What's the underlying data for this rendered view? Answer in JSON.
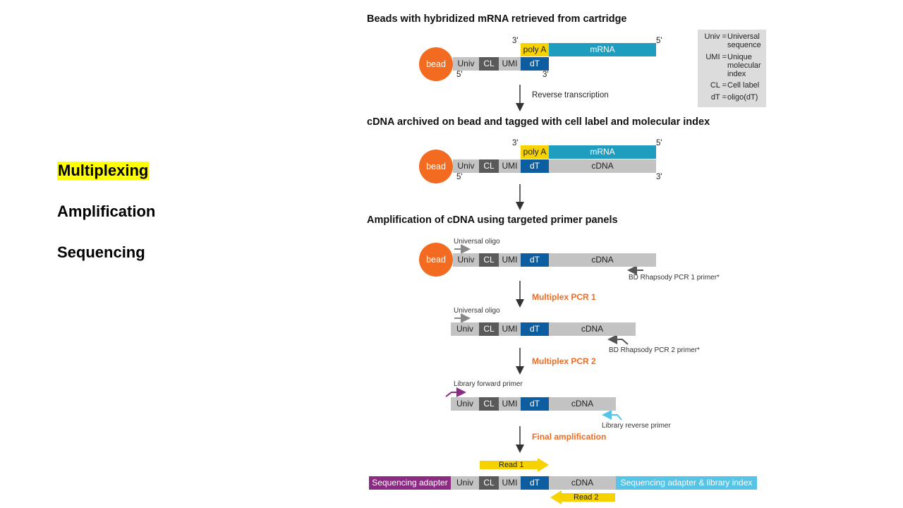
{
  "sidebar": {
    "items": [
      {
        "label": "Multiplexing",
        "highlighted": true
      },
      {
        "label": "Amplification",
        "highlighted": false
      },
      {
        "label": "Sequencing",
        "highlighted": false
      }
    ]
  },
  "colors": {
    "bead": "#f26b21",
    "univ": "#c3c3c3",
    "cell_label": "#5a5a5a",
    "dT": "#0d5ea0",
    "polyA": "#f6d200",
    "mRNA": "#1f9dbf",
    "step_text": "#f26b21",
    "sequencing_adapter": "#8c2b83",
    "library_adapter": "#55c4e6",
    "read_arrow": "#f6d200",
    "highlight": "#ffff00"
  },
  "labels": {
    "bead": "bead",
    "univ": "Univ",
    "cl": "CL",
    "umi": "UMI",
    "dt": "dT",
    "polya": "poly A",
    "mrna": "mRNA",
    "cdna": "cDNA",
    "three_prime": "3'",
    "five_prime": "5'"
  },
  "sections": {
    "s1_heading": "Beads with hybridized mRNA retrieved from cartridge",
    "s1_step": "Reverse transcription",
    "s2_heading": "cDNA archived on bead and tagged with cell label and molecular index",
    "s3_heading": "Amplification of cDNA using targeted primer panels",
    "universal_oligo": "Universal oligo",
    "pcr1_primer": "BD Rhapsody PCR 1 primer*",
    "pcr1_step": "Multiplex PCR 1",
    "pcr2_primer": "BD Rhapsody PCR 2 primer*",
    "pcr2_step": "Multiplex PCR 2",
    "lib_fwd_primer": "Library forward primer",
    "lib_rev_primer": "Library reverse primer",
    "final_step": "Final amplification",
    "read1": "Read 1",
    "read2": "Read 2",
    "seq_adapter": "Sequencing adapter",
    "seq_adapter_lib": "Sequencing adapter & library index"
  },
  "legend": [
    {
      "key": "Univ =",
      "value": "Universal sequence"
    },
    {
      "key": "UMI =",
      "value": "Unique molecular index"
    },
    {
      "key": "CL =",
      "value": "Cell label"
    },
    {
      "key": "dT =",
      "value": "oligo(dT)"
    }
  ]
}
